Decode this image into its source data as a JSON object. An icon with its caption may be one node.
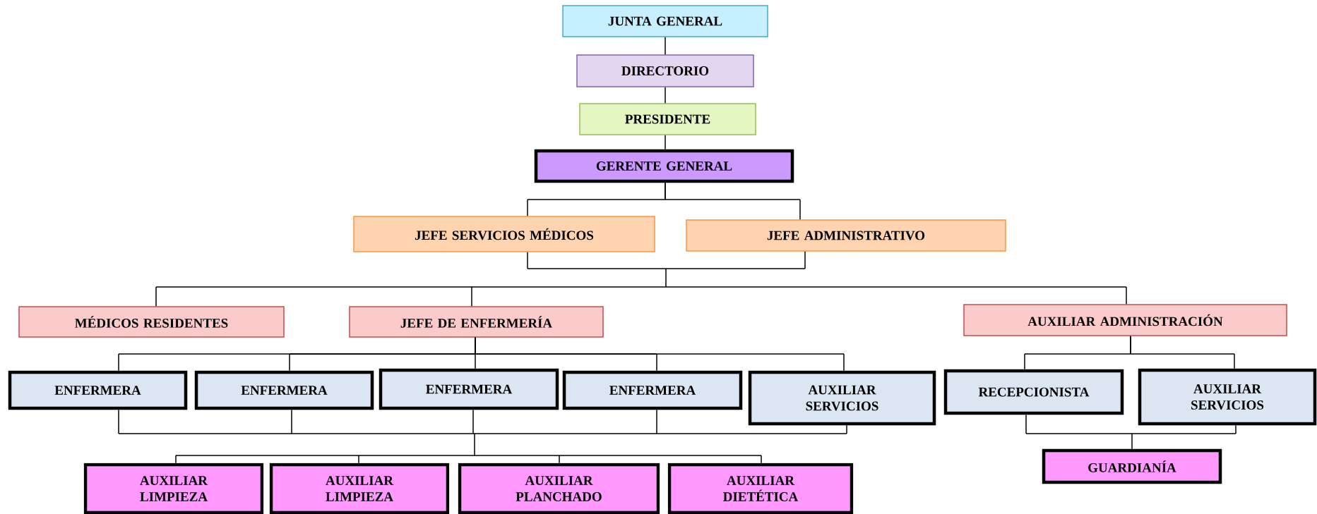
{
  "diagram": {
    "nodes": [
      {
        "text": [
          "JUNTA GENERAL"
        ]
      },
      {
        "text": [
          "DIRECTORIO"
        ]
      },
      {
        "text": [
          "PRESIDENTE"
        ]
      },
      {
        "text": [
          "GERENTE GENERAL"
        ]
      },
      {
        "text": [
          "JEFE SERVICIOS MÉDICOS"
        ]
      },
      {
        "text": [
          "JEFE ADMINISTRATIVO"
        ]
      },
      {
        "text": [
          "MÉDICOS RESIDENTES"
        ]
      },
      {
        "text": [
          "JEFE DE ENFERMERÍA"
        ]
      },
      {
        "text": [
          "AUXILIAR ADMINISTRACIÓN"
        ]
      },
      {
        "text": [
          "ENFERMERA"
        ]
      },
      {
        "text": [
          "ENFERMERA"
        ]
      },
      {
        "text": [
          "ENFERMERA"
        ]
      },
      {
        "text": [
          "ENFERMERA"
        ]
      },
      {
        "text": [
          "AUXILIAR SERVICIOS"
        ]
      },
      {
        "text": [
          "RECEPCIONISTA"
        ]
      },
      {
        "text": [
          "AUXILIAR SERVICIOS"
        ]
      },
      {
        "text": [
          "GUARDIANÍA"
        ]
      },
      {
        "text": [
          "AUXILIAR LIMPIEZA"
        ]
      },
      {
        "text": [
          "AUXILIAR LIMPIEZA"
        ]
      },
      {
        "text": [
          "AUXILIAR PLANCHADO"
        ]
      },
      {
        "text": [
          "AUXILIAR DIETÉTICA"
        ]
      }
    ],
    "edges": [
      {
        "from": 0,
        "to": 1,
        "arrow": "none"
      },
      {
        "from": 1,
        "to": 2,
        "arrow": "none"
      },
      {
        "from": 2,
        "to": 3,
        "arrow": "none"
      },
      {
        "from": 3,
        "to": 4,
        "arrow": "none"
      },
      {
        "from": 3,
        "to": 5,
        "arrow": "none"
      },
      {
        "from": 4,
        "to": 6,
        "arrow": "none"
      },
      {
        "from": 4,
        "to": 7,
        "arrow": "none"
      },
      {
        "from": 4,
        "to": 8,
        "arrow": "none"
      },
      {
        "from": 5,
        "to": 6,
        "arrow": "none"
      },
      {
        "from": 5,
        "to": 7,
        "arrow": "none"
      },
      {
        "from": 5,
        "to": 8,
        "arrow": "none"
      },
      {
        "from": 7,
        "to": 9,
        "arrow": "none"
      },
      {
        "from": 7,
        "to": 10,
        "arrow": "none"
      },
      {
        "from": 7,
        "to": 11,
        "arrow": "none"
      },
      {
        "from": 7,
        "to": 12,
        "arrow": "none"
      },
      {
        "from": 7,
        "to": 13,
        "arrow": "none"
      },
      {
        "from": 8,
        "to": 14,
        "arrow": "none"
      },
      {
        "from": 8,
        "to": 15,
        "arrow": "none"
      },
      {
        "from": 9,
        "to": 17,
        "arrow": "none"
      },
      {
        "from": 9,
        "to": 18,
        "arrow": "none"
      },
      {
        "from": 9,
        "to": 19,
        "arrow": "none"
      },
      {
        "from": 9,
        "to": 20,
        "arrow": "none"
      },
      {
        "from": 10,
        "to": 17,
        "arrow": "none"
      },
      {
        "from": 10,
        "to": 18,
        "arrow": "none"
      },
      {
        "from": 10,
        "to": 19,
        "arrow": "none"
      },
      {
        "from": 10,
        "to": 20,
        "arrow": "none"
      },
      {
        "from": 11,
        "to": 17,
        "arrow": "none"
      },
      {
        "from": 11,
        "to": 18,
        "arrow": "none"
      },
      {
        "from": 11,
        "to": 19,
        "arrow": "none"
      },
      {
        "from": 11,
        "to": 20,
        "arrow": "none"
      },
      {
        "from": 12,
        "to": 17,
        "arrow": "none"
      },
      {
        "from": 12,
        "to": 18,
        "arrow": "none"
      },
      {
        "from": 12,
        "to": 19,
        "arrow": "none"
      },
      {
        "from": 12,
        "to": 20,
        "arrow": "none"
      },
      {
        "from": 13,
        "to": 17,
        "arrow": "none"
      },
      {
        "from": 13,
        "to": 18,
        "arrow": "none"
      },
      {
        "from": 13,
        "to": 19,
        "arrow": "none"
      },
      {
        "from": 13,
        "to": 20,
        "arrow": "none"
      },
      {
        "from": 14,
        "to": 16,
        "arrow": "none"
      },
      {
        "from": 15,
        "to": 16,
        "arrow": "none"
      }
    ]
  }
}
